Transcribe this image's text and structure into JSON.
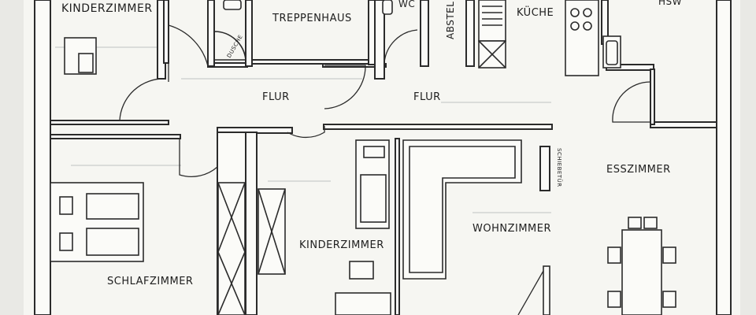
{
  "plan": {
    "rooms": {
      "kinderzimmer_top": "KINDERZIMMER",
      "treppenhaus": "TREPPENHAUS",
      "wc": "WC",
      "abstell": "ABSTEL",
      "kueche": "KÜCHE",
      "hsw": "HSW",
      "flur_left": "FLUR",
      "flur_right": "FLUR",
      "esszimmer": "ESSZIMMER",
      "wohnzimmer": "WOHNZIMMER",
      "kinderzimmer_bottom": "KINDERZIMMER",
      "schlafzimmer": "SCHLAFZIMMER"
    },
    "annotations": {
      "dusche": "DUSCHE",
      "schiebetuer": "SCHIEBETÜR"
    }
  }
}
